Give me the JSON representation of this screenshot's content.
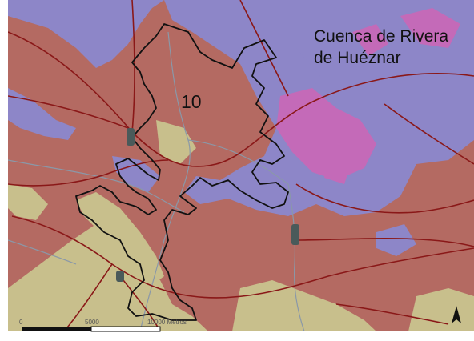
{
  "labels": {
    "basin_line1": "Cuenca de Rivera",
    "basin_line2": "de Huéznar",
    "zone_number": "10"
  },
  "scale_bar": {
    "start": "0",
    "mid": "5000",
    "end": "10000 Metros"
  },
  "north_arrow_icon": "north-arrow-icon",
  "colors": {
    "low_elevation": "#c8bf8c",
    "mid_elevation": "#b46a62",
    "high_elevation": "#8d86c8",
    "peak_elevation": "#c46ab8",
    "rivers": "#8a98a8",
    "roads": "#8a1818",
    "basin_boundary": "#111111",
    "towns": "#4a5a5a"
  }
}
